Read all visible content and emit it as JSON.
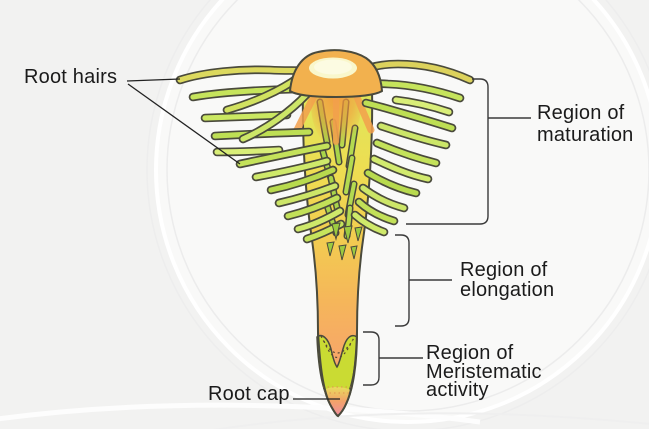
{
  "figure": {
    "type": "biology-diagram",
    "subject": "Root structure with labelled regions"
  },
  "labels": {
    "root_hairs": "Root hairs",
    "region_maturation": {
      "lines": [
        "Region of",
        "maturation"
      ]
    },
    "region_elongation": {
      "lines": [
        "Region of",
        "elongation"
      ]
    },
    "region_meristematic": {
      "lines": [
        "Region of",
        "Meristematic",
        "activity"
      ]
    },
    "root_cap": "Root cap"
  },
  "colors": {
    "root_hair_green": "#c6e45c",
    "root_hair_dark_green": "#a9d44a",
    "stalk_yellow": "#f2cd50",
    "stalk_orange": "#f7a768",
    "dome_orange": "#f2b14e",
    "dome_cream": "#f9f7cc",
    "tip_chartreuse": "#cadb33",
    "tip_pink": "#ef8d9e",
    "outline": "#4a4a3c",
    "label_text": "#1b1b1b",
    "background": "#f2f2f1"
  }
}
